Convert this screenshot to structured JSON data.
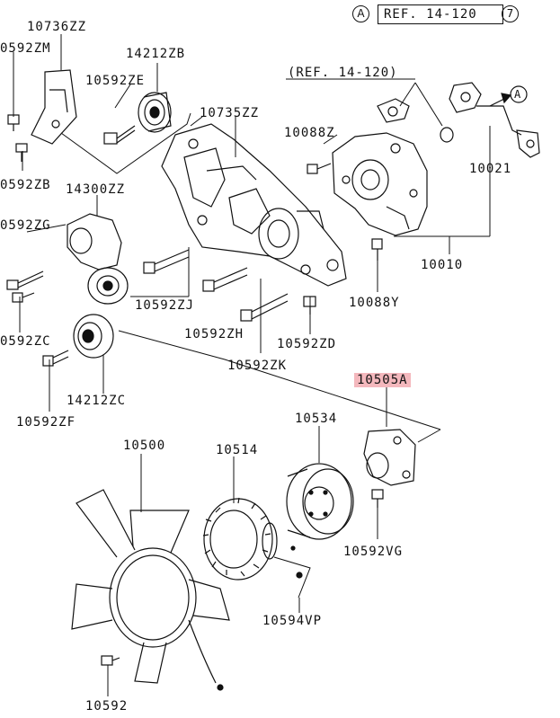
{
  "header": {
    "ref_circle": "A",
    "ref_text": "REF. 14-120",
    "ref_num": "7"
  },
  "labels": {
    "p10736ZZ": "10736ZZ",
    "p10592ZM": "0592ZM",
    "p14212ZB": "14212ZB",
    "p10592ZE": "10592ZE",
    "p10735ZZ": "10735ZZ",
    "ref14120": "(REF. 14-120)",
    "arrowA": "A",
    "p10088Z": "10088Z",
    "p10021": "10021",
    "p10592ZB": "0592ZB",
    "p14300ZZ": "14300ZZ",
    "p10592ZG": "0592ZG",
    "p10010": "10010",
    "p10088Y": "10088Y",
    "p10592ZJ": "10592ZJ",
    "p10592ZC": "0592ZC",
    "p10592ZH": "10592ZH",
    "p10592ZD": "10592ZD",
    "p10592ZK": "10592ZK",
    "p10505A": "10505A",
    "p14212ZC": "14212ZC",
    "p10592ZF": "10592ZF",
    "p10534": "10534",
    "p10500": "10500",
    "p10514": "10514",
    "p10592VG": "10592VG",
    "p10594VP": "10594VP",
    "p10592": "10592"
  },
  "colors": {
    "highlight": "#f4b8bd",
    "line": "#111111"
  }
}
